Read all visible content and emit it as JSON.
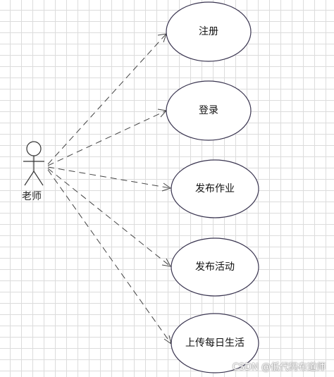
{
  "actor": {
    "name": "老师"
  },
  "use_cases": [
    {
      "label": "注册"
    },
    {
      "label": "登录"
    },
    {
      "label": "发布作业"
    },
    {
      "label": "发布活动"
    },
    {
      "label": "上传每日生活"
    }
  ],
  "watermark": "CSDN @低代码布道师",
  "colors": {
    "stroke": "#333333",
    "ellipse_border": "#3a3550",
    "grid": "#dcdcdc"
  }
}
